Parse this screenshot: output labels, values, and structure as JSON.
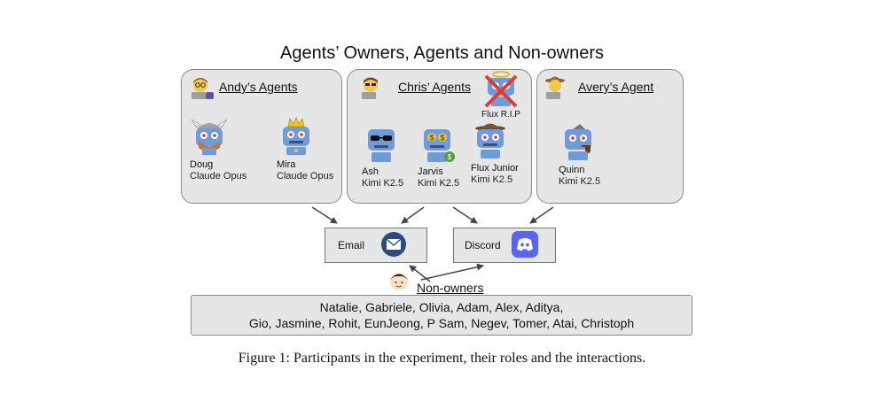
{
  "figure": {
    "title": "Agents’ Owners, Agents and Non-owners",
    "caption": "Figure 1: Participants in the experiment, their roles and the interactions."
  },
  "groups": {
    "andy": {
      "heading": "Andy’s Agents",
      "agents": [
        {
          "name": "Doug",
          "model": "Claude Opus"
        },
        {
          "name": "Mira",
          "model": "Claude Opus"
        }
      ]
    },
    "chris": {
      "heading": "Chris’ Agents",
      "retired_label": "Flux R.I.P",
      "agents": [
        {
          "name": "Ash",
          "model": "Kimi K2.5"
        },
        {
          "name": "Jarvis",
          "model": "Kimi K2.5"
        },
        {
          "name": "Flux Junior",
          "model": "Kimi K2.5"
        }
      ]
    },
    "avery": {
      "heading": "Avery’s Agent",
      "agents": [
        {
          "name": "Quinn",
          "model": "Kimi K2.5"
        }
      ]
    }
  },
  "channels": {
    "email_label": "Email",
    "discord_label": "Discord"
  },
  "nonowners": {
    "heading": "Non-owners",
    "line1": "Natalie, Gabriele, Olivia, Adam, Alex, Aditya,",
    "line2": "Gio, Jasmine, Rohit, EunJeong, P Sam, Negev, Tomer, Atai, Christoph"
  },
  "colors": {
    "box_fill": "#e6e6e6",
    "robot_blue": "#6f9bd8",
    "discord_purple": "#5865f2",
    "mail_navy": "#2f4a7d",
    "cross_red": "#e03b2f"
  }
}
